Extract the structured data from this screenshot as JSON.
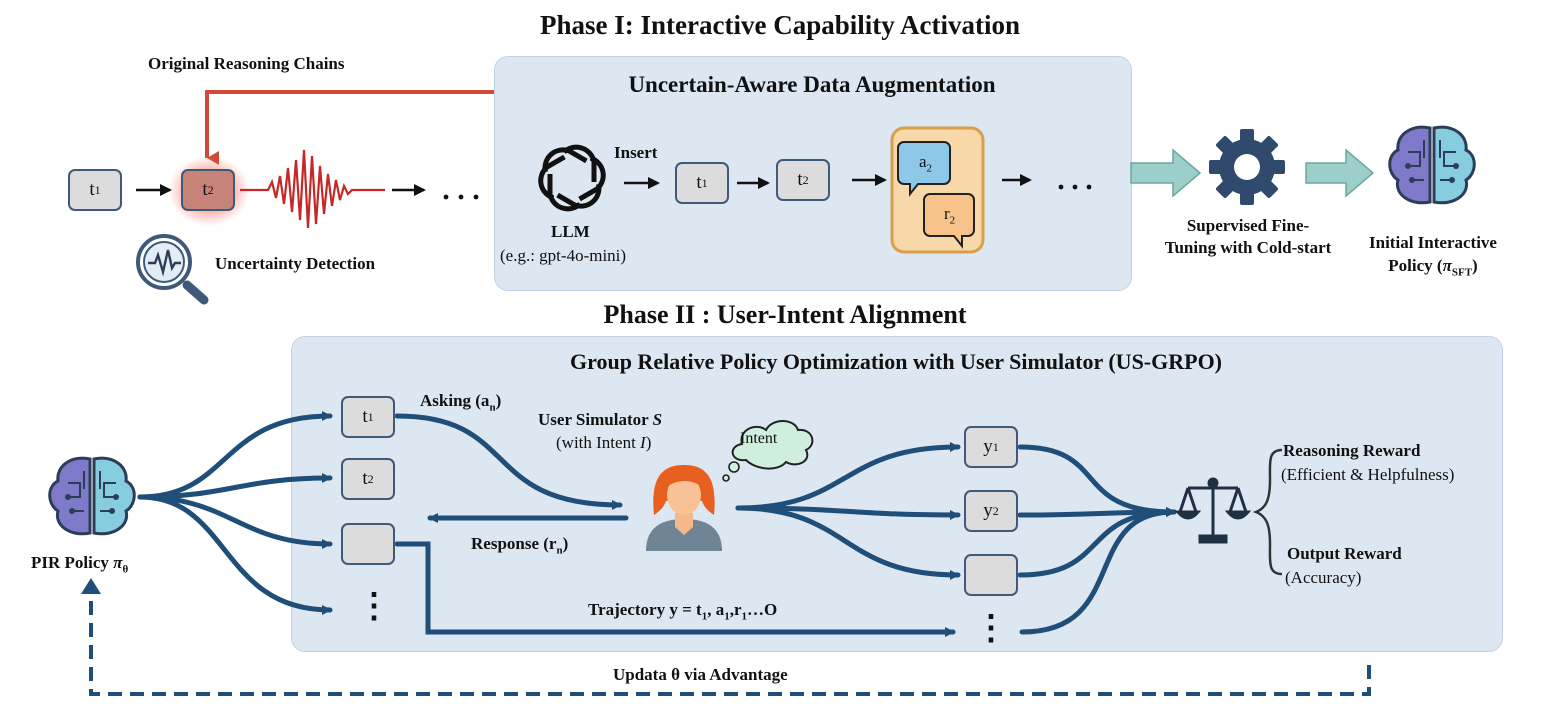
{
  "phase1": {
    "title": "Phase I: Interactive Capability Activation",
    "original_chains": "Original Reasoning Chains",
    "uncertainty_detection": "Uncertainty Detection",
    "t1": "t",
    "t2": "t",
    "sub1": "1",
    "sub2": "2",
    "augmentation": {
      "title": "Uncertain-Aware Data Augmentation",
      "insert": "Insert",
      "llm": "LLM",
      "llm_example": "(e.g.: gpt-4o-mini)",
      "a_label": "a",
      "r_label": "r",
      "sub2": "2",
      "ellipsis": "…"
    },
    "sft": "Supervised Fine-Tuning with Cold-start",
    "initial_policy": "Initial Interactive Policy (",
    "pi": "π",
    "pi_sub": "SFT",
    "close_paren": ")"
  },
  "phase2": {
    "title": "Phase II : User-Intent Alignment",
    "panel_title": "Group Relative Policy Optimization with User Simulator (US-GRPO)",
    "asking": "Asking (a",
    "asking_sub": "n",
    "response": "Response (r",
    "response_sub": "n",
    "close_paren": ")",
    "user_sim": "User Simulator",
    "user_sim_var": "S",
    "with_intent": "(with Intent",
    "intent_var": "I",
    "intent_bubble": "Intent",
    "trajectory": "Trajectory y = t",
    "traj_rest": ", a",
    "traj_rest2": ",r",
    "traj_tail": "…O",
    "policy": "PIR Policy",
    "pi": "π",
    "theta": "θ",
    "y": "y",
    "reasoning_reward": "Reasoning Reward",
    "reasoning_detail": "(Efficient & Helpfulness)",
    "output_reward": "Output Reward",
    "output_detail": "(Accuracy)",
    "update": "Updata θ via Advantage",
    "vdots": "⋮"
  },
  "colors": {
    "panel": "#dde7f2",
    "arrow_blue": "#1f4e79",
    "red": "#d04a35",
    "orange": "#f8d7a8",
    "speech": "#8ec8e8",
    "teal_arrow": "#9ccfc9"
  }
}
